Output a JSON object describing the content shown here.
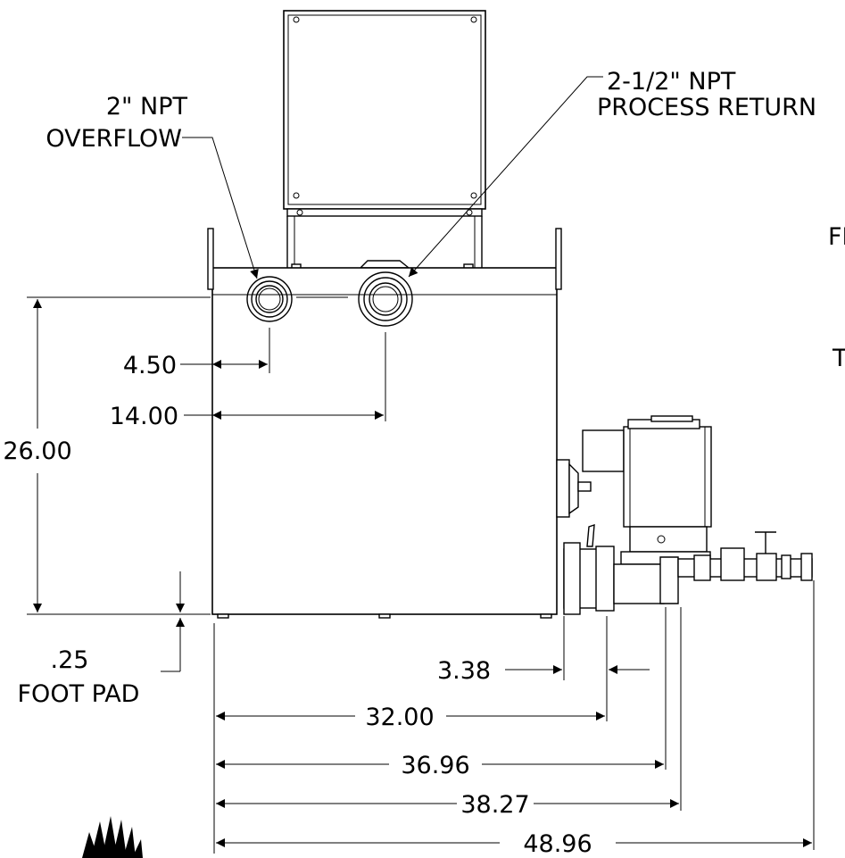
{
  "labels": {
    "overflow_size": "2\" NPT",
    "overflow_name": "OVERFLOW",
    "return_size": "2-1/2\" NPT",
    "return_name": "PROCESS RETURN",
    "edge_text_1": "FI",
    "edge_text_2": "T"
  },
  "dimensions": {
    "d_4_50": "4.50",
    "d_14_00": "14.00",
    "d_26_00": "26.00",
    "d_0_25": ".25",
    "foot_pad": "FOOT PAD",
    "d_3_38": "3.38",
    "d_32_00": "32.00",
    "d_36_96": "36.96",
    "d_38_27": "38.27",
    "d_48_96": "48.96"
  },
  "colors": {
    "line": "#000000",
    "background": "#ffffff"
  },
  "icons": {
    "logo": "sunburst-logo-icon"
  }
}
